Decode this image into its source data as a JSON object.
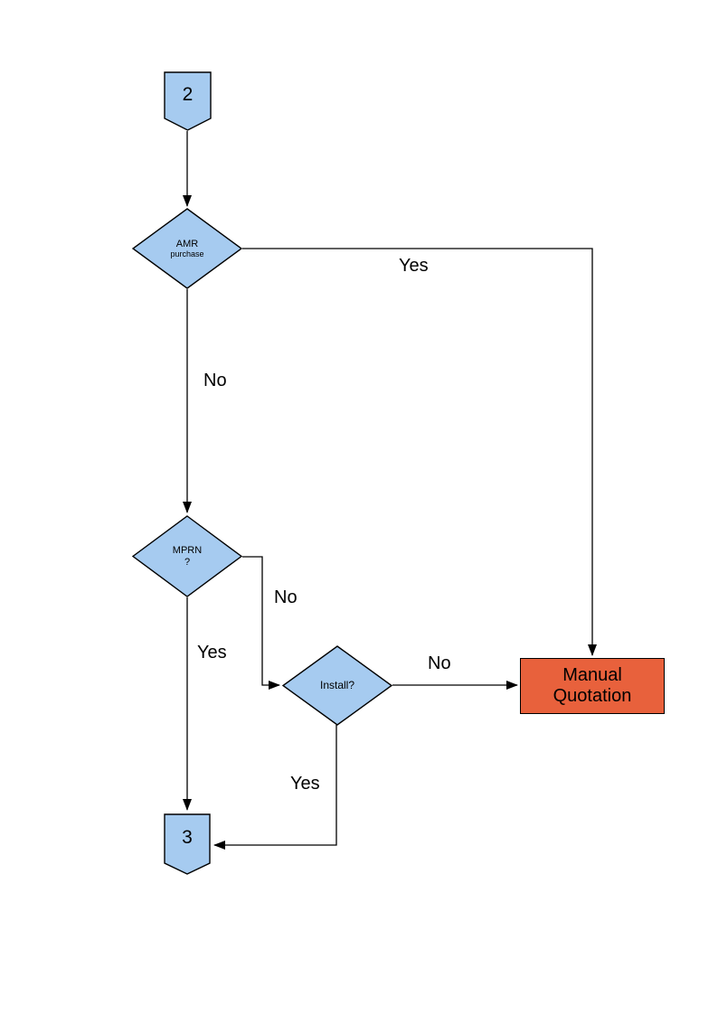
{
  "diagram": {
    "nodes": {
      "connector_2": {
        "label": "2"
      },
      "amr_purchase": {
        "line1": "AMR",
        "line2": "purchase"
      },
      "mprn": {
        "line1": "MPRN",
        "line2": "?"
      },
      "install": {
        "label": "Install?"
      },
      "manual_quotation": {
        "label": "Manual Quotation"
      },
      "connector_3": {
        "label": "3"
      }
    },
    "edge_labels": {
      "amr_yes": "Yes",
      "amr_no": "No",
      "mprn_no": "No",
      "mprn_yes": "Yes",
      "install_no": "No",
      "install_yes": "Yes"
    },
    "colors": {
      "node_fill_blue": "#A6CBF0",
      "node_fill_orange": "#E8613C",
      "node_border": "#000000",
      "line": "#000000",
      "background": "#FFFFFF"
    }
  }
}
